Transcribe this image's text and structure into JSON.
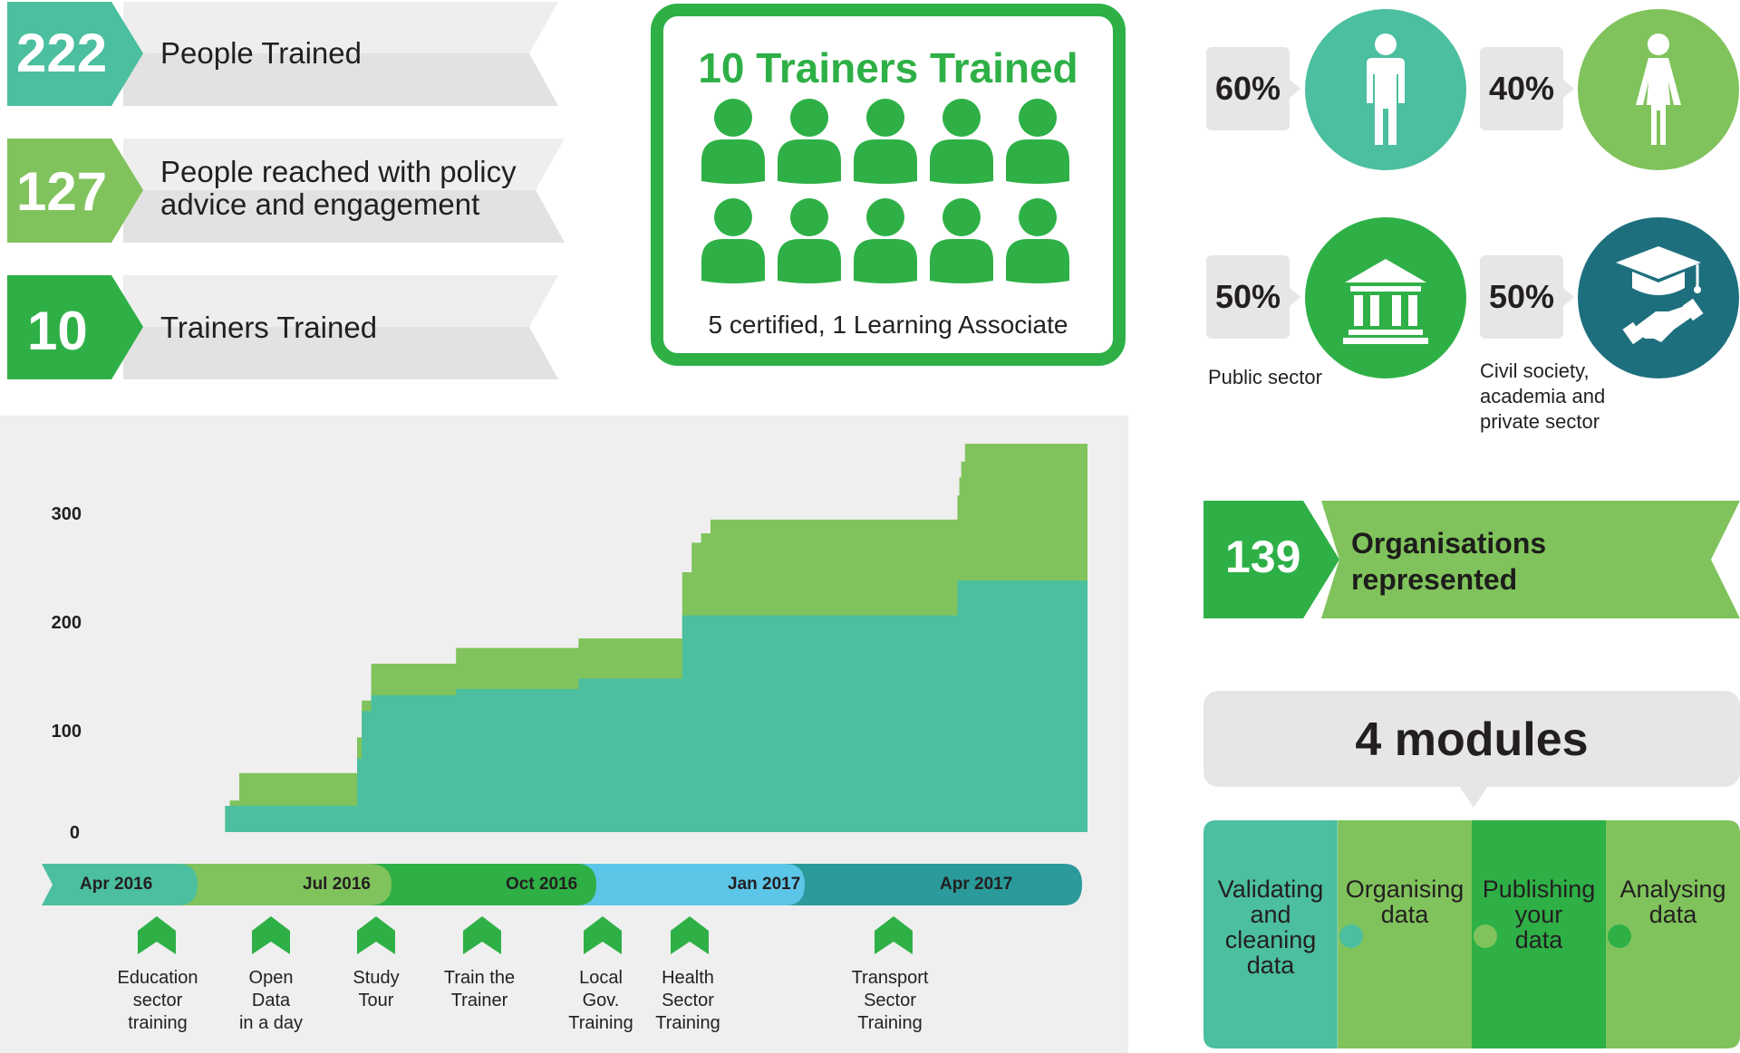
{
  "stats": [
    {
      "number": "222",
      "label_lines": [
        "People Trained"
      ]
    },
    {
      "number": "127",
      "label_lines": [
        "People reached with policy",
        "advice and engagement"
      ]
    },
    {
      "number": "10",
      "label_lines": [
        "Trainers Trained"
      ]
    }
  ],
  "trainers": {
    "title": "10 Trainers Trained",
    "count": 10,
    "subtitle": "5 certified, 1 Learning Associate"
  },
  "demographics": {
    "male": {
      "percent": "60%",
      "icon": "male-icon"
    },
    "female": {
      "percent": "40%",
      "icon": "female-icon"
    },
    "public": {
      "percent": "50%",
      "icon": "government-building-icon",
      "caption": "Public sector"
    },
    "civil": {
      "percent": "50%",
      "icon": "graduation-cap-handshake-icon",
      "caption_lines": [
        "Civil society,",
        "academia and",
        "private sector"
      ]
    }
  },
  "organisations": {
    "number": "139",
    "label_lines": [
      "Organisations",
      "represented"
    ]
  },
  "modules": {
    "title": "4 modules",
    "items": [
      {
        "lines": [
          "Validating",
          "and",
          "cleaning",
          "data"
        ]
      },
      {
        "lines": [
          "Organising",
          "data"
        ]
      },
      {
        "lines": [
          "Publishing",
          "your",
          "data"
        ]
      },
      {
        "lines": [
          "Analysing",
          "data"
        ]
      }
    ]
  },
  "colors": {
    "teal": "#4bbf9f",
    "light_green": "#80c35c",
    "green": "#2eb046",
    "dark_teal": "#1e6f7e",
    "grey": "#e6e6e6",
    "sky": "#5cc6e8",
    "timeline_teal": "#2a9a9a"
  },
  "chart_data": {
    "type": "area",
    "y_ticks": [
      "0",
      "100",
      "200",
      "300"
    ],
    "ylim": [
      0,
      370
    ],
    "grid": false,
    "series": [
      {
        "color": "#4bbf9f",
        "points": [
          [
            0.0,
            0
          ],
          [
            0.085,
            25
          ],
          [
            0.1,
            25
          ],
          [
            0.22,
            25
          ],
          [
            0.225,
            70
          ],
          [
            0.23,
            115
          ],
          [
            0.24,
            130
          ],
          [
            0.32,
            130
          ],
          [
            0.33,
            136
          ],
          [
            0.45,
            136
          ],
          [
            0.46,
            146
          ],
          [
            0.565,
            146
          ],
          [
            0.57,
            206
          ],
          [
            0.86,
            206
          ],
          [
            0.862,
            239
          ],
          [
            1.0,
            239
          ]
        ]
      },
      {
        "color": "#80c35c",
        "points": [
          [
            0.0,
            0
          ],
          [
            0.085,
            25
          ],
          [
            0.09,
            30
          ],
          [
            0.1,
            56
          ],
          [
            0.22,
            56
          ],
          [
            0.225,
            90
          ],
          [
            0.23,
            125
          ],
          [
            0.24,
            160
          ],
          [
            0.32,
            160
          ],
          [
            0.33,
            175
          ],
          [
            0.45,
            175
          ],
          [
            0.46,
            184
          ],
          [
            0.565,
            184
          ],
          [
            0.57,
            247
          ],
          [
            0.58,
            275
          ],
          [
            0.59,
            284
          ],
          [
            0.6,
            297
          ],
          [
            0.86,
            297
          ],
          [
            0.862,
            320
          ],
          [
            0.864,
            337
          ],
          [
            0.866,
            352
          ],
          [
            0.87,
            369
          ],
          [
            1.0,
            369
          ]
        ]
      }
    ],
    "timeline": [
      {
        "label": "Apr 2016"
      },
      {
        "label": "Jul 2016"
      },
      {
        "label": "Oct 2016"
      },
      {
        "label": "Jan 2017"
      },
      {
        "label": "Apr 2017"
      }
    ],
    "events": [
      {
        "lines": [
          "Education",
          "sector",
          "training"
        ]
      },
      {
        "lines": [
          "Open",
          "Data",
          "in a day"
        ]
      },
      {
        "lines": [
          "Study",
          "Tour"
        ]
      },
      {
        "lines": [
          "Train the",
          "Trainer"
        ]
      },
      {
        "lines": [
          "Local",
          "Gov.",
          "Training"
        ]
      },
      {
        "lines": [
          "Health",
          "Sector",
          "Training"
        ]
      },
      {
        "lines": [
          "Transport",
          "Sector",
          "Training"
        ]
      }
    ]
  }
}
